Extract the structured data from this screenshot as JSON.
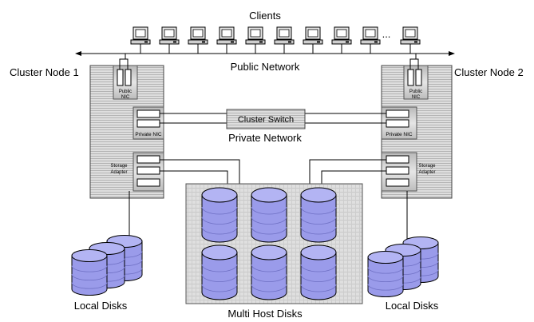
{
  "labels": {
    "clients": "Clients",
    "ellipsis": "...",
    "public_network": "Public Network",
    "cluster_node_1": "Cluster Node 1",
    "cluster_node_2": "Cluster Node 2",
    "public_nic": "Public NIC",
    "private_nic": "Private NIC",
    "storage_adapter": "Storage Adapter",
    "cluster_switch": "Cluster Switch",
    "private_network": "Private Network",
    "local_disks": "Local Disks",
    "multi_host_disks": "Multi Host Disks"
  },
  "colors": {
    "disk_fill": "#9a9bea",
    "disk_top": "#b3b4f3",
    "node_gray": "#d2d2d2",
    "enclosure_gray": "#dcdcdc"
  },
  "icons": {
    "client": "desktop-computer-icon",
    "disk": "disk-cylinder-icon"
  }
}
